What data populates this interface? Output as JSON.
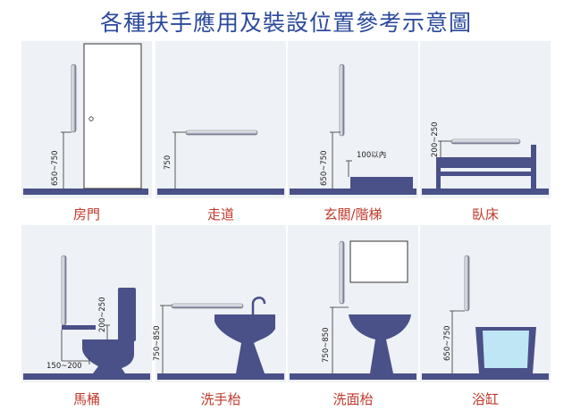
{
  "title": "各種扶手應用及裝設位置參考示意圖",
  "panels": [
    {
      "caption": "房門",
      "dims": [
        "650~750"
      ]
    },
    {
      "caption": "走道",
      "dims": [
        "750"
      ]
    },
    {
      "caption": "玄關/階梯",
      "dims": [
        "650~750",
        "100以內"
      ]
    },
    {
      "caption": "臥床",
      "dims": [
        "200~250"
      ]
    },
    {
      "caption": "馬桶",
      "dims": [
        "200~250",
        "150~200"
      ]
    },
    {
      "caption": "洗手枱",
      "dims": [
        "750~850"
      ]
    },
    {
      "caption": "洗面枱",
      "dims": [
        "750~850"
      ]
    },
    {
      "caption": "浴缸",
      "dims": [
        "650~750"
      ]
    }
  ],
  "colors": {
    "fixture": "#4a5088",
    "rail": "#d8dae4",
    "title": "#2b4a9c",
    "caption": "#c0392b",
    "panel_bg": "#eef1f5",
    "water": "#bfe6f5"
  }
}
